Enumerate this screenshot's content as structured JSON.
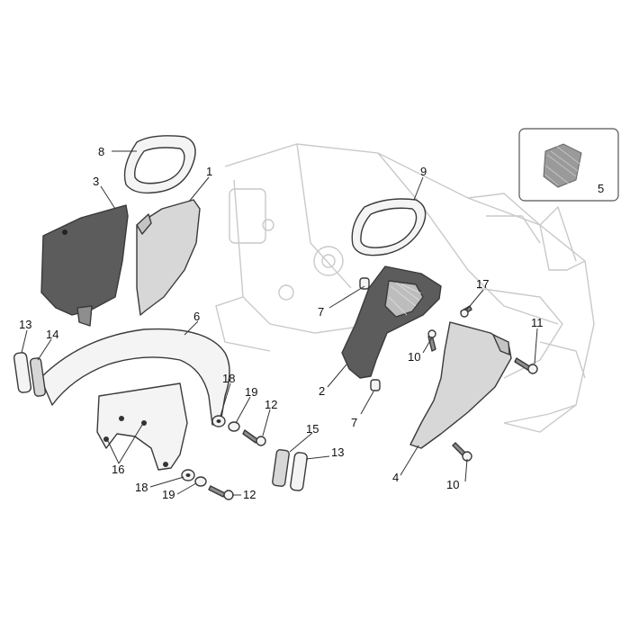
{
  "diagram": {
    "callouts": [
      {
        "id": "c8a",
        "text": "8"
      },
      {
        "id": "c3",
        "text": "3"
      },
      {
        "id": "c1",
        "text": "1"
      },
      {
        "id": "c9",
        "text": "9"
      },
      {
        "id": "c5",
        "text": "5"
      },
      {
        "id": "c7a",
        "text": "7"
      },
      {
        "id": "c17",
        "text": "17"
      },
      {
        "id": "c11",
        "text": "11"
      },
      {
        "id": "c10a",
        "text": "10"
      },
      {
        "id": "c2",
        "text": "2"
      },
      {
        "id": "c7b",
        "text": "7"
      },
      {
        "id": "c4",
        "text": "4"
      },
      {
        "id": "c10b",
        "text": "10"
      },
      {
        "id": "c13a",
        "text": "13"
      },
      {
        "id": "c14",
        "text": "14"
      },
      {
        "id": "c6",
        "text": "6"
      },
      {
        "id": "c18a",
        "text": "18"
      },
      {
        "id": "c19a",
        "text": "19"
      },
      {
        "id": "c12a",
        "text": "12"
      },
      {
        "id": "c15",
        "text": "15"
      },
      {
        "id": "c13b",
        "text": "13"
      },
      {
        "id": "c16",
        "text": "16"
      },
      {
        "id": "c18b",
        "text": "18"
      },
      {
        "id": "c19b",
        "text": "19"
      },
      {
        "id": "c12b",
        "text": "12"
      }
    ]
  }
}
